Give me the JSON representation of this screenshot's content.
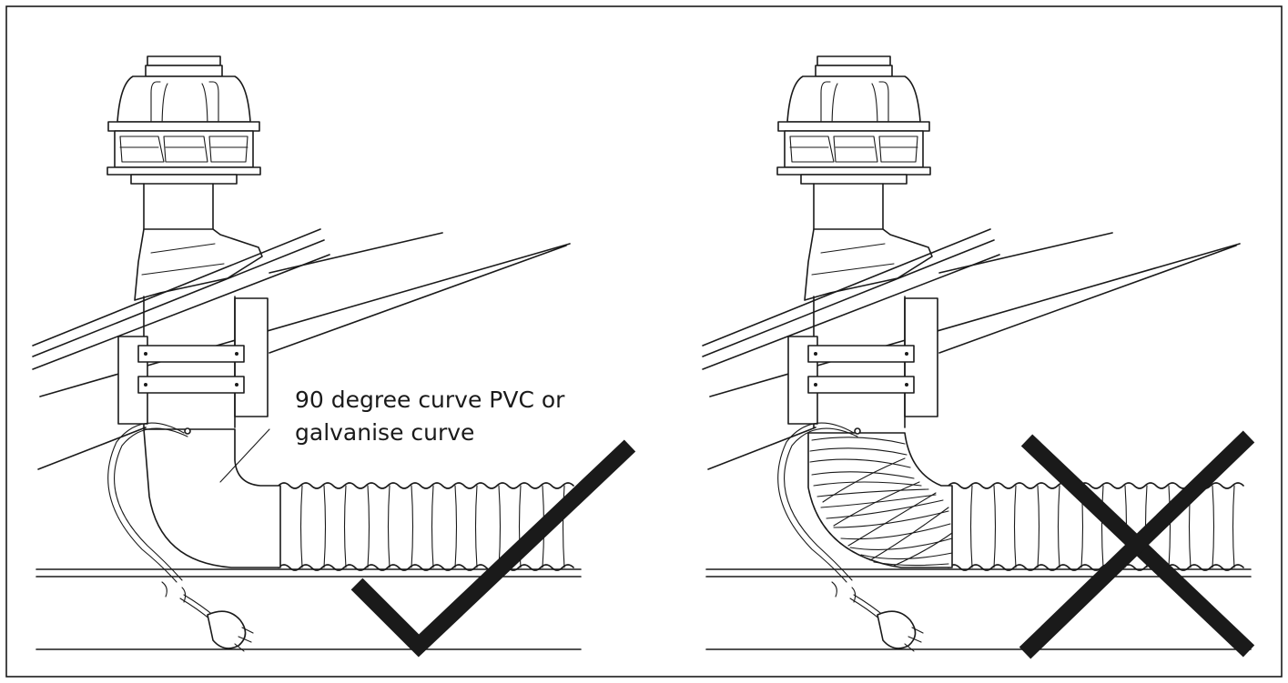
{
  "annotation": {
    "line1": "90 degree curve PVC or",
    "line2": "galvanise curve"
  },
  "panels": [
    {
      "id": "left",
      "duct": "90 degree curve",
      "mark": "check-mark"
    },
    {
      "id": "right",
      "duct": "flexible duct bend",
      "mark": "cross-mark"
    }
  ],
  "colors": {
    "ink": "#1a1a1a",
    "background": "#ffffff"
  }
}
